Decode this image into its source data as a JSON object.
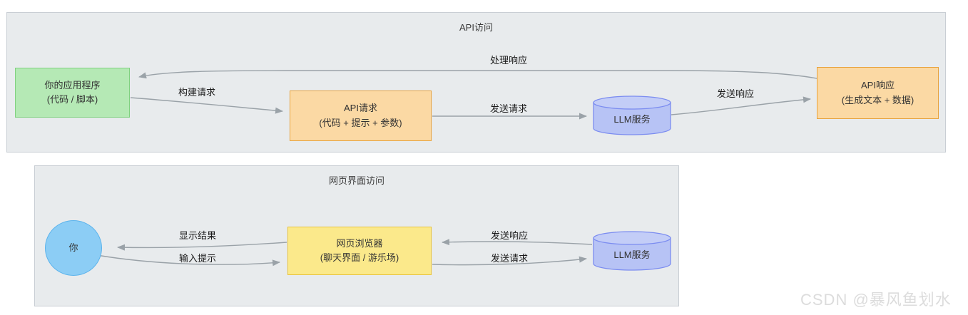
{
  "diagram": {
    "watermark": "CSDN @暴风鱼划水",
    "panels": [
      {
        "id": "api-access",
        "title": "API访问",
        "nodes": [
          {
            "id": "your-app",
            "line1": "你的应用程序",
            "line2": "(代码 / 脚本)",
            "shape": "rect",
            "color": "#b5e9b5"
          },
          {
            "id": "api-request",
            "line1": "API请求",
            "line2": "(代码 + 提示 + 参数)",
            "shape": "rect",
            "color": "#fbd9a4"
          },
          {
            "id": "llm-service",
            "line1": "LLM服务",
            "line2": "",
            "shape": "cylinder",
            "color": "#b7c3f5"
          },
          {
            "id": "api-response",
            "line1": "API响应",
            "line2": "(生成文本 + 数据)",
            "shape": "rect",
            "color": "#fbd9a4"
          }
        ],
        "edges": [
          {
            "id": "build-request",
            "label": "构建请求",
            "from": "your-app",
            "to": "api-request"
          },
          {
            "id": "send-request",
            "label": "发送请求",
            "from": "api-request",
            "to": "llm-service"
          },
          {
            "id": "send-response",
            "label": "发送响应",
            "from": "llm-service",
            "to": "api-response"
          },
          {
            "id": "handle-response",
            "label": "处理响应",
            "from": "api-response",
            "to": "your-app"
          }
        ]
      },
      {
        "id": "web-ui-access",
        "title": "网页界面访问",
        "nodes": [
          {
            "id": "you",
            "line1": "你",
            "line2": "",
            "shape": "circle",
            "color": "#8ccdf5"
          },
          {
            "id": "web-browser",
            "line1": "网页浏览器",
            "line2": "(聊天界面 / 游乐场)",
            "shape": "rect",
            "color": "#fbe98b"
          },
          {
            "id": "llm-service-web",
            "line1": "LLM服务",
            "line2": "",
            "shape": "cylinder",
            "color": "#b7c3f5"
          }
        ],
        "edges": [
          {
            "id": "show-result",
            "label": "显示结果",
            "from": "web-browser",
            "to": "you"
          },
          {
            "id": "input-prompt",
            "label": "输入提示",
            "from": "you",
            "to": "web-browser"
          },
          {
            "id": "web-send-response",
            "label": "发送响应",
            "from": "llm-service-web",
            "to": "web-browser"
          },
          {
            "id": "web-send-request",
            "label": "发送请求",
            "from": "web-browser",
            "to": "llm-service-web"
          }
        ]
      }
    ]
  }
}
